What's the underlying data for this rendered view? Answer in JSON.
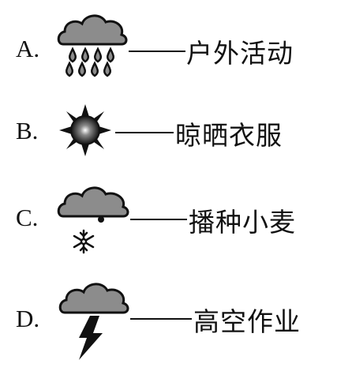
{
  "options": [
    {
      "letter": "A.",
      "symbol": "rain-icon",
      "activity": "户外活动"
    },
    {
      "letter": "B.",
      "symbol": "sun-icon",
      "activity": "晾晒衣服"
    },
    {
      "letter": "C.",
      "symbol": "snow-icon",
      "activity": "播种小麦"
    },
    {
      "letter": "D.",
      "symbol": "thunderstorm-icon",
      "activity": "高空作业"
    }
  ],
  "colors": {
    "cloud": "#8c8c8c",
    "ink": "#111111",
    "sun_center": "#ffffff"
  }
}
